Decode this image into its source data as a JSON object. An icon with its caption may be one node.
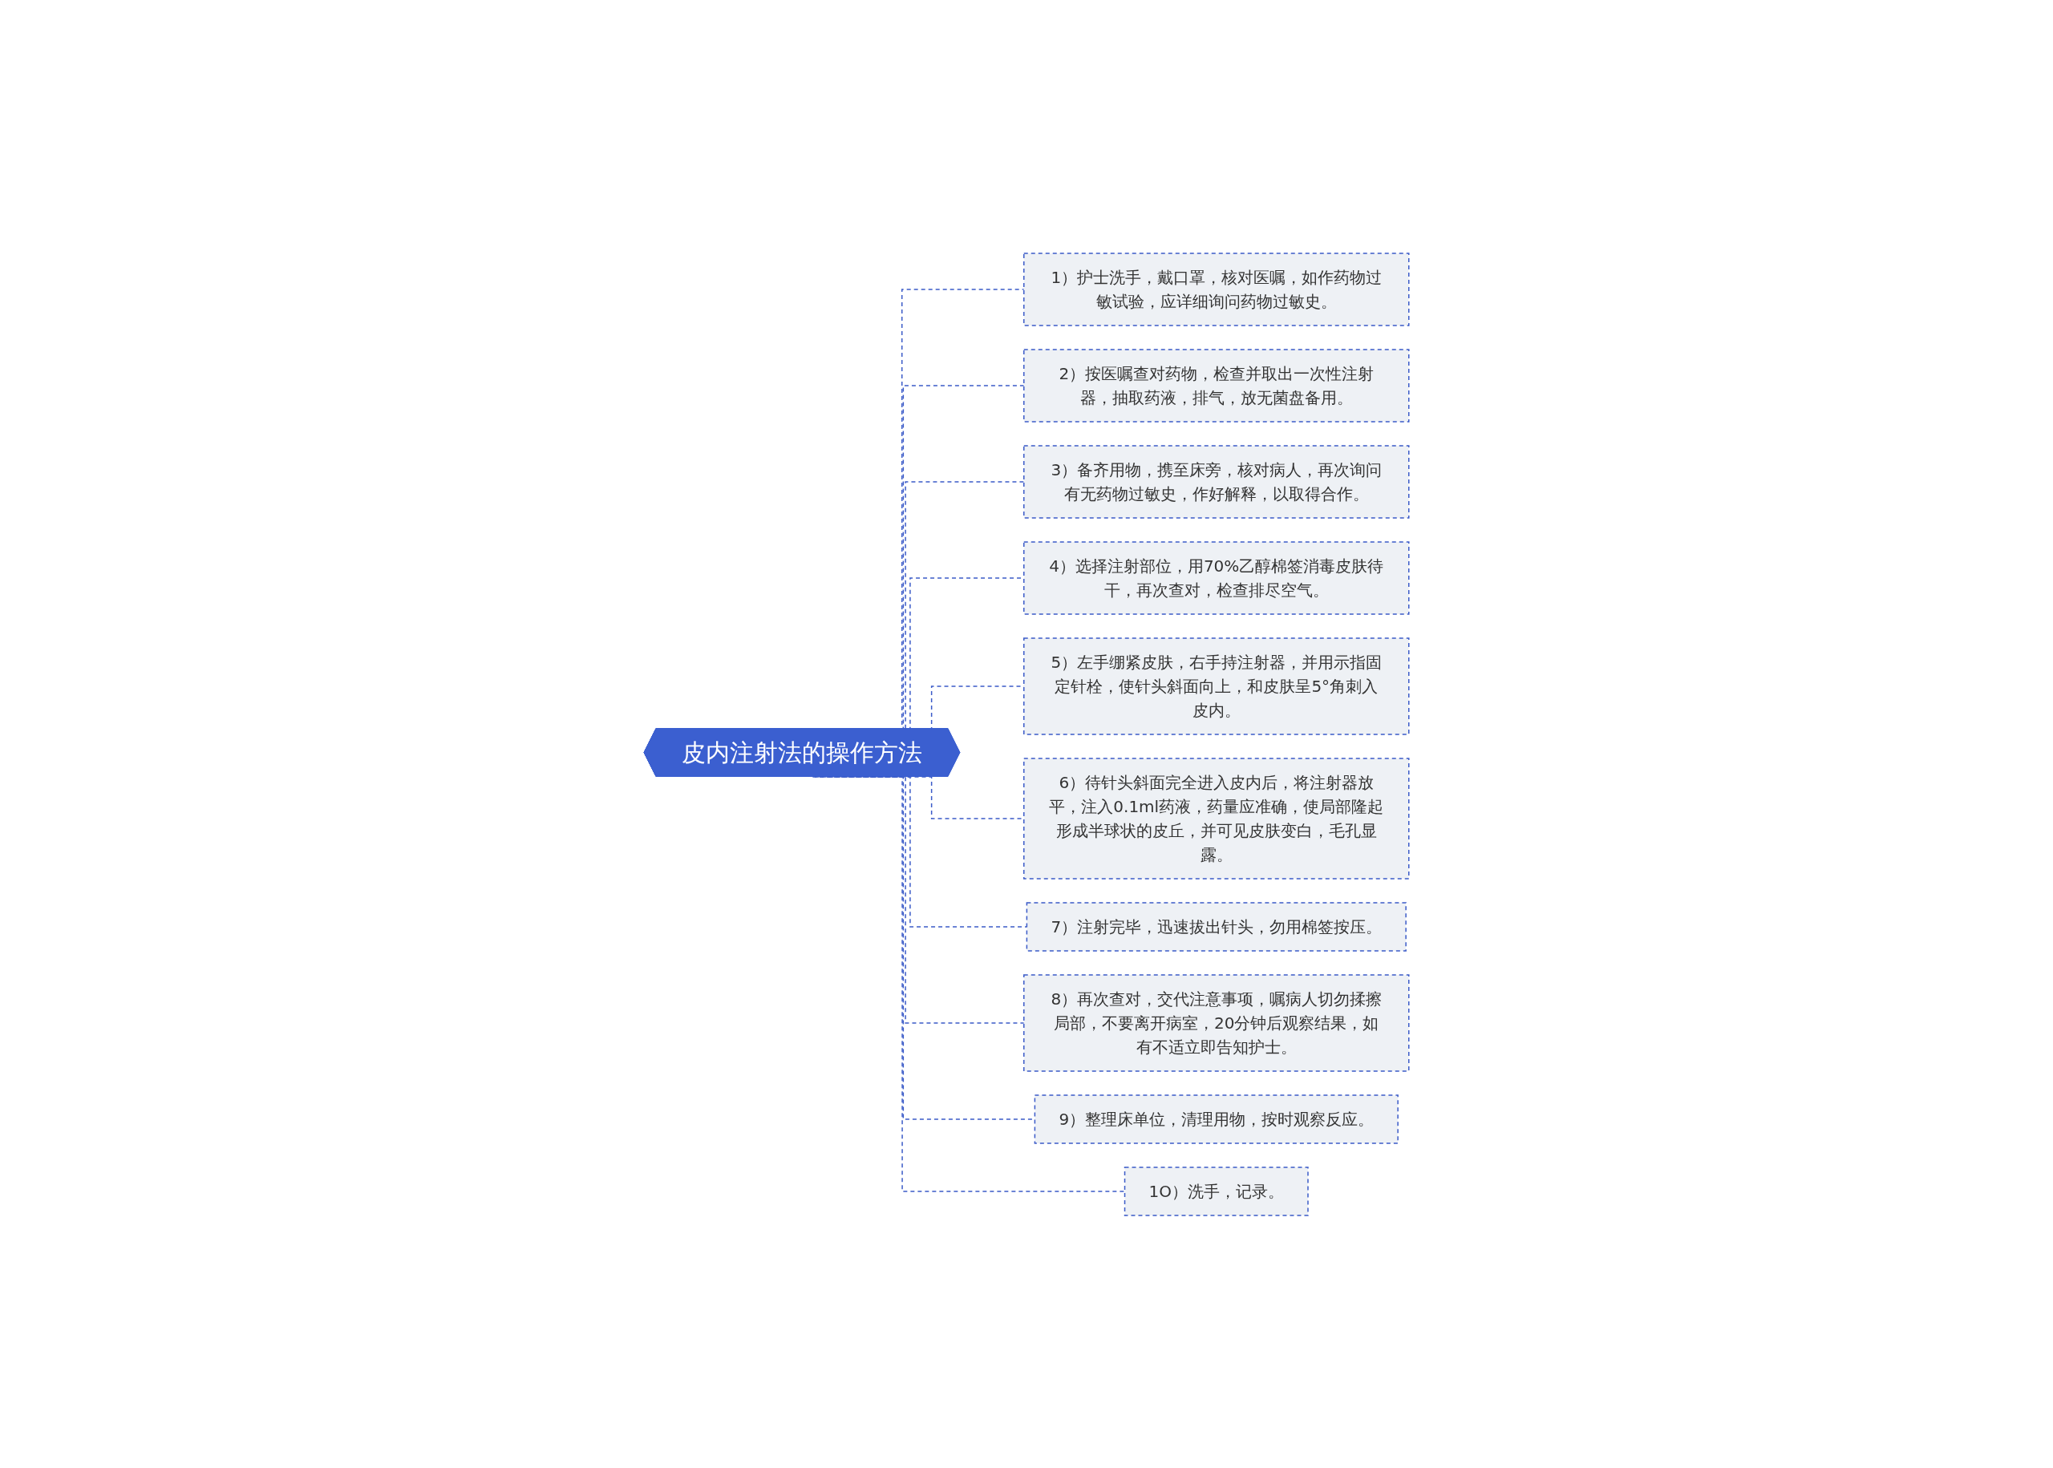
{
  "diagram": {
    "nodes": [
      {
        "text": [
          "皮内注射法的操作方法"
        ]
      },
      {
        "text": [
          "1）护士洗手，戴口罩，核对医嘱，如作药物过敏试验，应详细询问药物过敏史。"
        ]
      },
      {
        "text": [
          "2）按医嘱查对药物，检查并取出一次性注射器，抽取药液，排气，放无菌盘备用。"
        ]
      },
      {
        "text": [
          "3）备齐用物，携至床旁，核对病人，再次询问有无药物过敏史，作好解释，以取得合作。"
        ]
      },
      {
        "text": [
          "4）选择注射部位，用70%乙醇棉签消毒皮肤待干，再次查对，检查排尽空气。"
        ]
      },
      {
        "text": [
          "5）左手绷紧皮肤，右手持注射器，并用示指固定针栓，使针头斜面向上，和皮肤呈5°角刺入皮内。"
        ]
      },
      {
        "text": [
          "6）待针头斜面完全进入皮内后，将注射器放平，注入0.1ml药液，药量应准确，使局部隆起形成半球状的皮丘，并可见皮肤变白，毛孔显露。"
        ]
      },
      {
        "text": [
          "7）注射完毕，迅速拔出针头，勿用棉签按压。"
        ]
      },
      {
        "text": [
          "8）再次查对，交代注意事项，嘱病人切勿揉擦局部，不要离开病室，20分钟后观察结果，如有不适立即告知护士。"
        ]
      },
      {
        "text": [
          "9）整理床单位，清理用物，按时观察反应。"
        ]
      },
      {
        "text": [
          "1O）洗手，记录。"
        ]
      }
    ],
    "edges": [
      {
        "from": 0,
        "to": 1,
        "arrow": "none",
        "style": "dashed"
      },
      {
        "from": 0,
        "to": 2,
        "arrow": "none",
        "style": "dashed"
      },
      {
        "from": 0,
        "to": 3,
        "arrow": "none",
        "style": "dashed"
      },
      {
        "from": 0,
        "to": 4,
        "arrow": "none",
        "style": "dashed"
      },
      {
        "from": 0,
        "to": 5,
        "arrow": "none",
        "style": "dashed"
      },
      {
        "from": 0,
        "to": 6,
        "arrow": "none",
        "style": "dashed"
      },
      {
        "from": 0,
        "to": 7,
        "arrow": "none",
        "style": "dashed"
      },
      {
        "from": 0,
        "to": 8,
        "arrow": "none",
        "style": "dashed"
      },
      {
        "from": 0,
        "to": 9,
        "arrow": "none",
        "style": "dashed"
      },
      {
        "from": 0,
        "to": 10,
        "arrow": "none",
        "style": "dashed"
      }
    ]
  }
}
